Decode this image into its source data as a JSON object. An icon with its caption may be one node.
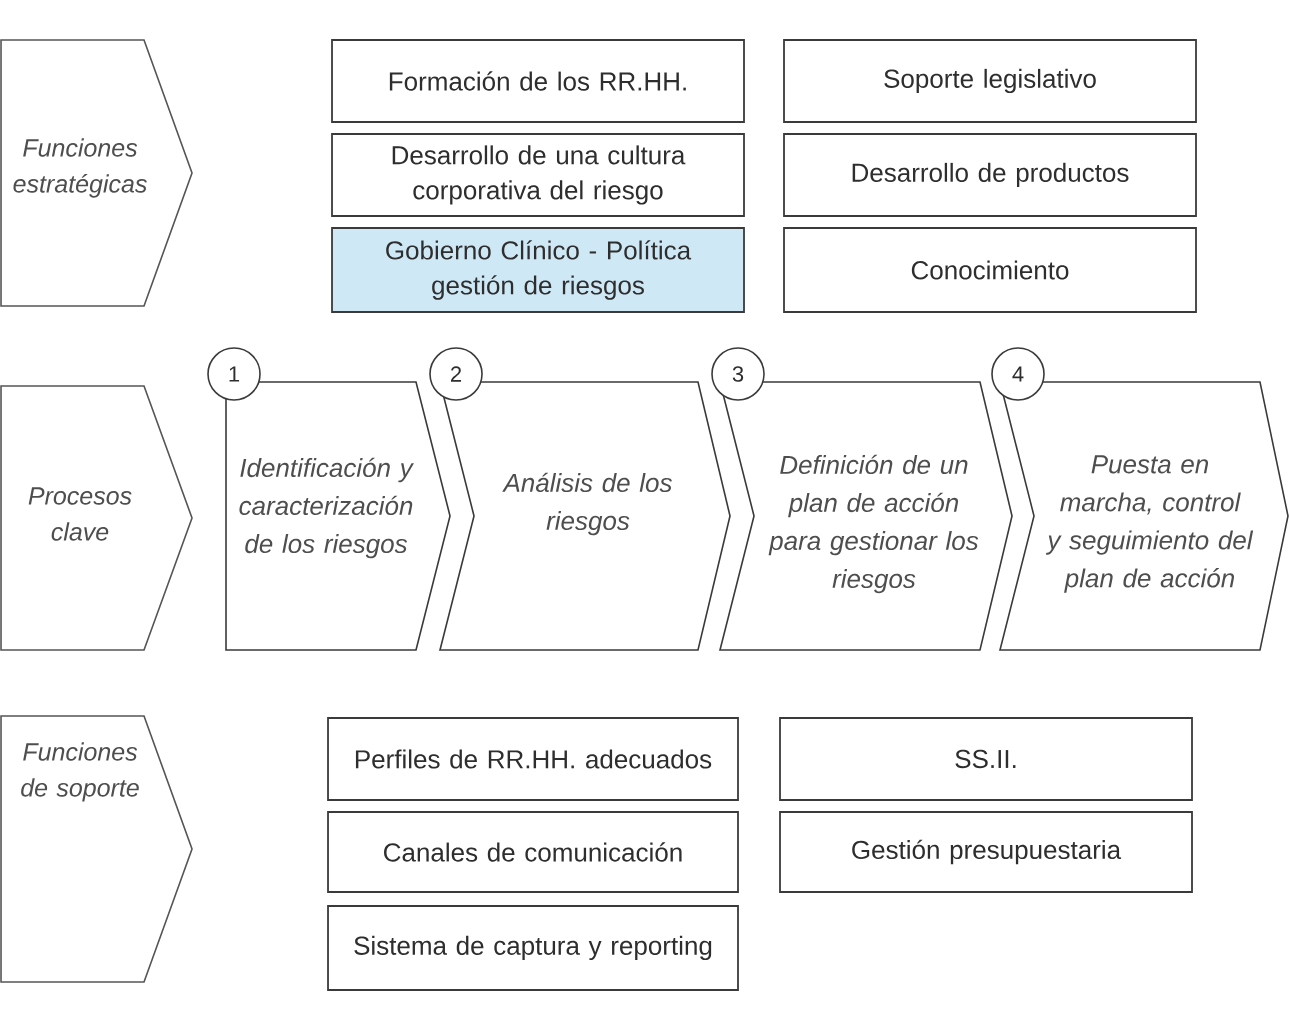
{
  "diagram": {
    "nodes": [
      {
        "text": [
          "Funciones estratégicas"
        ]
      },
      {
        "text": [
          "Formación de los RR.HH."
        ]
      },
      {
        "text": [
          "Soporte legislativo"
        ]
      },
      {
        "text": [
          "Desarrollo de una cultura corporativa del riesgo"
        ]
      },
      {
        "text": [
          "Desarrollo de productos"
        ]
      },
      {
        "text": [
          "Gobierno Clínico - Política gestión de riesgos"
        ]
      },
      {
        "text": [
          "Conocimiento"
        ]
      },
      {
        "text": [
          "Procesos clave"
        ]
      },
      {
        "text": [
          "1"
        ]
      },
      {
        "text": [
          "Identificación y caracterización de los riesgos"
        ]
      },
      {
        "text": [
          "2"
        ]
      },
      {
        "text": [
          "Análisis de los riesgos"
        ]
      },
      {
        "text": [
          "3"
        ]
      },
      {
        "text": [
          "Definición de un plan de acción para gestionar los riesgos"
        ]
      },
      {
        "text": [
          "4"
        ]
      },
      {
        "text": [
          "Puesta en marcha, control y seguimiento del plan de acción"
        ]
      },
      {
        "text": [
          "Funciones de soporte"
        ]
      },
      {
        "text": [
          "Perfiles de RR.HH. adecuados"
        ]
      },
      {
        "text": [
          "SS.II."
        ]
      },
      {
        "text": [
          "Canales de comunicación"
        ]
      },
      {
        "text": [
          "Gestión presupuestaria"
        ]
      },
      {
        "text": [
          "Sistema de captura y reporting"
        ]
      }
    ]
  }
}
